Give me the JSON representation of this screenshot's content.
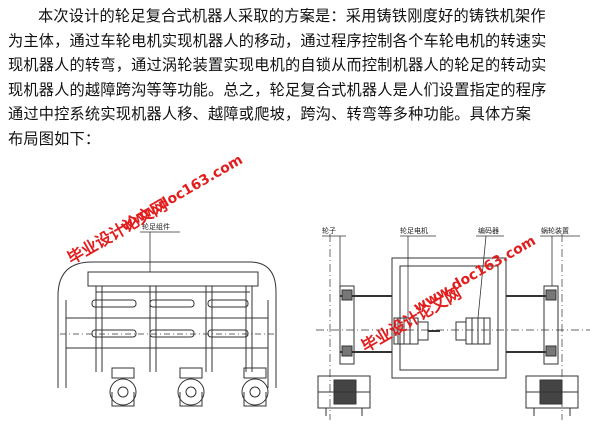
{
  "paragraph": {
    "line1": "本次设计的轮足复合式机器人采取的方案是：采用铸铁刚度好的铸铁机架作",
    "line2": "为主体，通过车轮电机实现机器人的移动，通过程序控制各个车轮电机的转速实",
    "line3": "现机器人的转弯，通过涡轮装置实现电机的自锁从而控制机器人的轮足的转动实",
    "line4": "现机器人的越障跨沟等等功能。总之，轮足复合式机器人是人们设置指定的程序",
    "line5": "通过中控系统实现机器人移、越障或爬坡，跨沟、转弯等多种功能。具体方案",
    "line6": "布局图如下："
  },
  "left_drawing": {
    "label_top": "轮足组件"
  },
  "right_drawing": {
    "label_wheel": "轮子",
    "label_motor": "轮足电机",
    "label_encoder": "编码器",
    "label_worm": "蜗轮装置"
  },
  "watermark": {
    "cn": "毕业设计论文网",
    "url": "www.doc163.com"
  },
  "colors": {
    "text": "#111111",
    "line": "#333333",
    "watermark": "#e21e1e"
  }
}
